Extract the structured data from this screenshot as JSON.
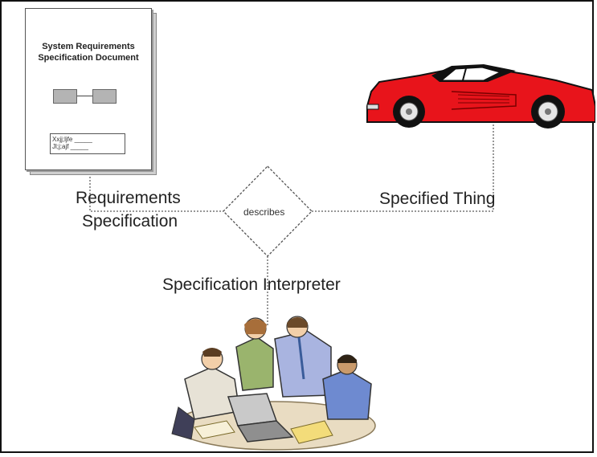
{
  "document": {
    "title_line1": "System Requirements",
    "title_line2": "Specification Document",
    "field_line1": "Xxjj;ljfe _____",
    "field_line2": "Jl;j;ajf _____"
  },
  "labels": {
    "requirements": "Requirements",
    "specification": "Specification",
    "describes": "describes",
    "specified_thing": "Specified Thing",
    "specification_interpreter": "Specification Interpreter"
  },
  "colors": {
    "car_body": "#e8141b",
    "connector": "#777777"
  },
  "icons": {
    "car": "sports-car-icon",
    "people": "team-at-laptop-icon"
  }
}
